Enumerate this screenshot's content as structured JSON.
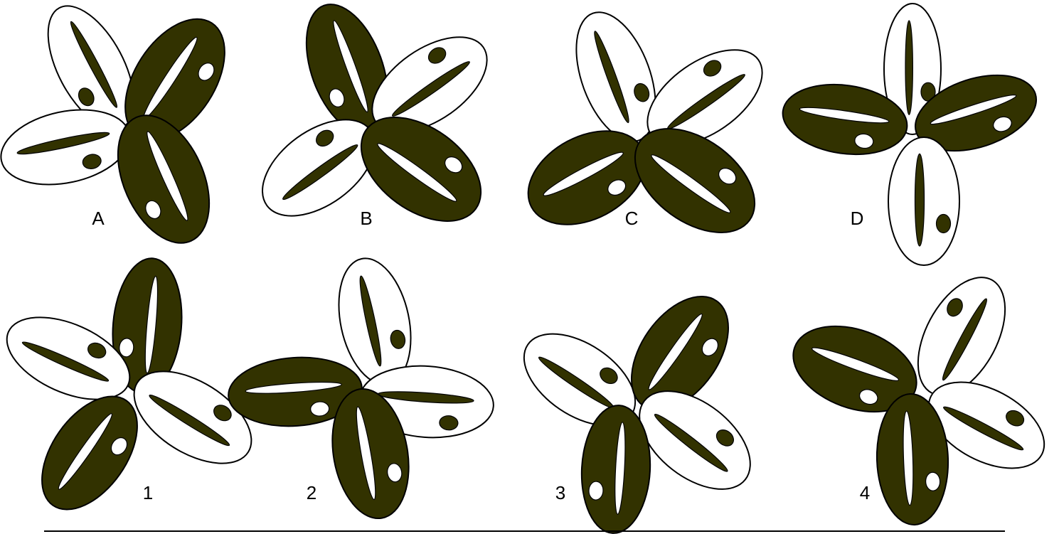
{
  "colors": {
    "dark": "#323200",
    "light": "#ffffff",
    "stroke": "#000000"
  },
  "figures": [
    {
      "label": "A"
    },
    {
      "label": "B"
    },
    {
      "label": "C"
    },
    {
      "label": "D"
    },
    {
      "label": "1"
    },
    {
      "label": "2"
    },
    {
      "label": "3"
    },
    {
      "label": "4"
    }
  ]
}
